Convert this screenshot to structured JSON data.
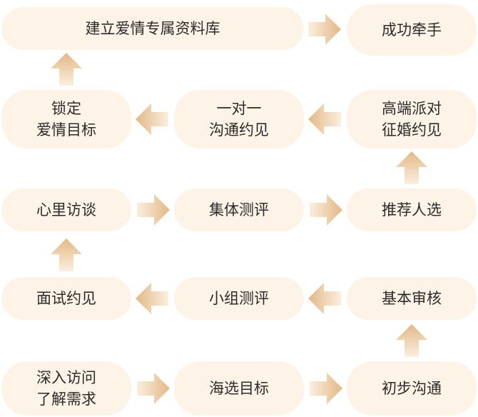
{
  "diagram": {
    "colors": {
      "node_fill": "#fdf3e6",
      "arrow_solid": "#e2b886",
      "arrow_fade": "#fbefdf",
      "text": "#2b2b2b"
    },
    "nodes": {
      "build_profile": "建立爱情专属资料库",
      "success": "成功牵手",
      "lock_target": "锁定\n爱情目标",
      "one_on_one": "一对一\n沟通约见",
      "high_end_party": "高端派对\n征婚约见",
      "heart_talk": "心里访谈",
      "group_assessment": "集体测评",
      "recommend": "推荐人选",
      "interview": "面试约见",
      "small_group_assessment": "小组测评",
      "basic_review": "基本审核",
      "deep_visit": "深入访问\n了解需求",
      "screening": "海选目标",
      "initial_communication": "初步沟通"
    }
  }
}
